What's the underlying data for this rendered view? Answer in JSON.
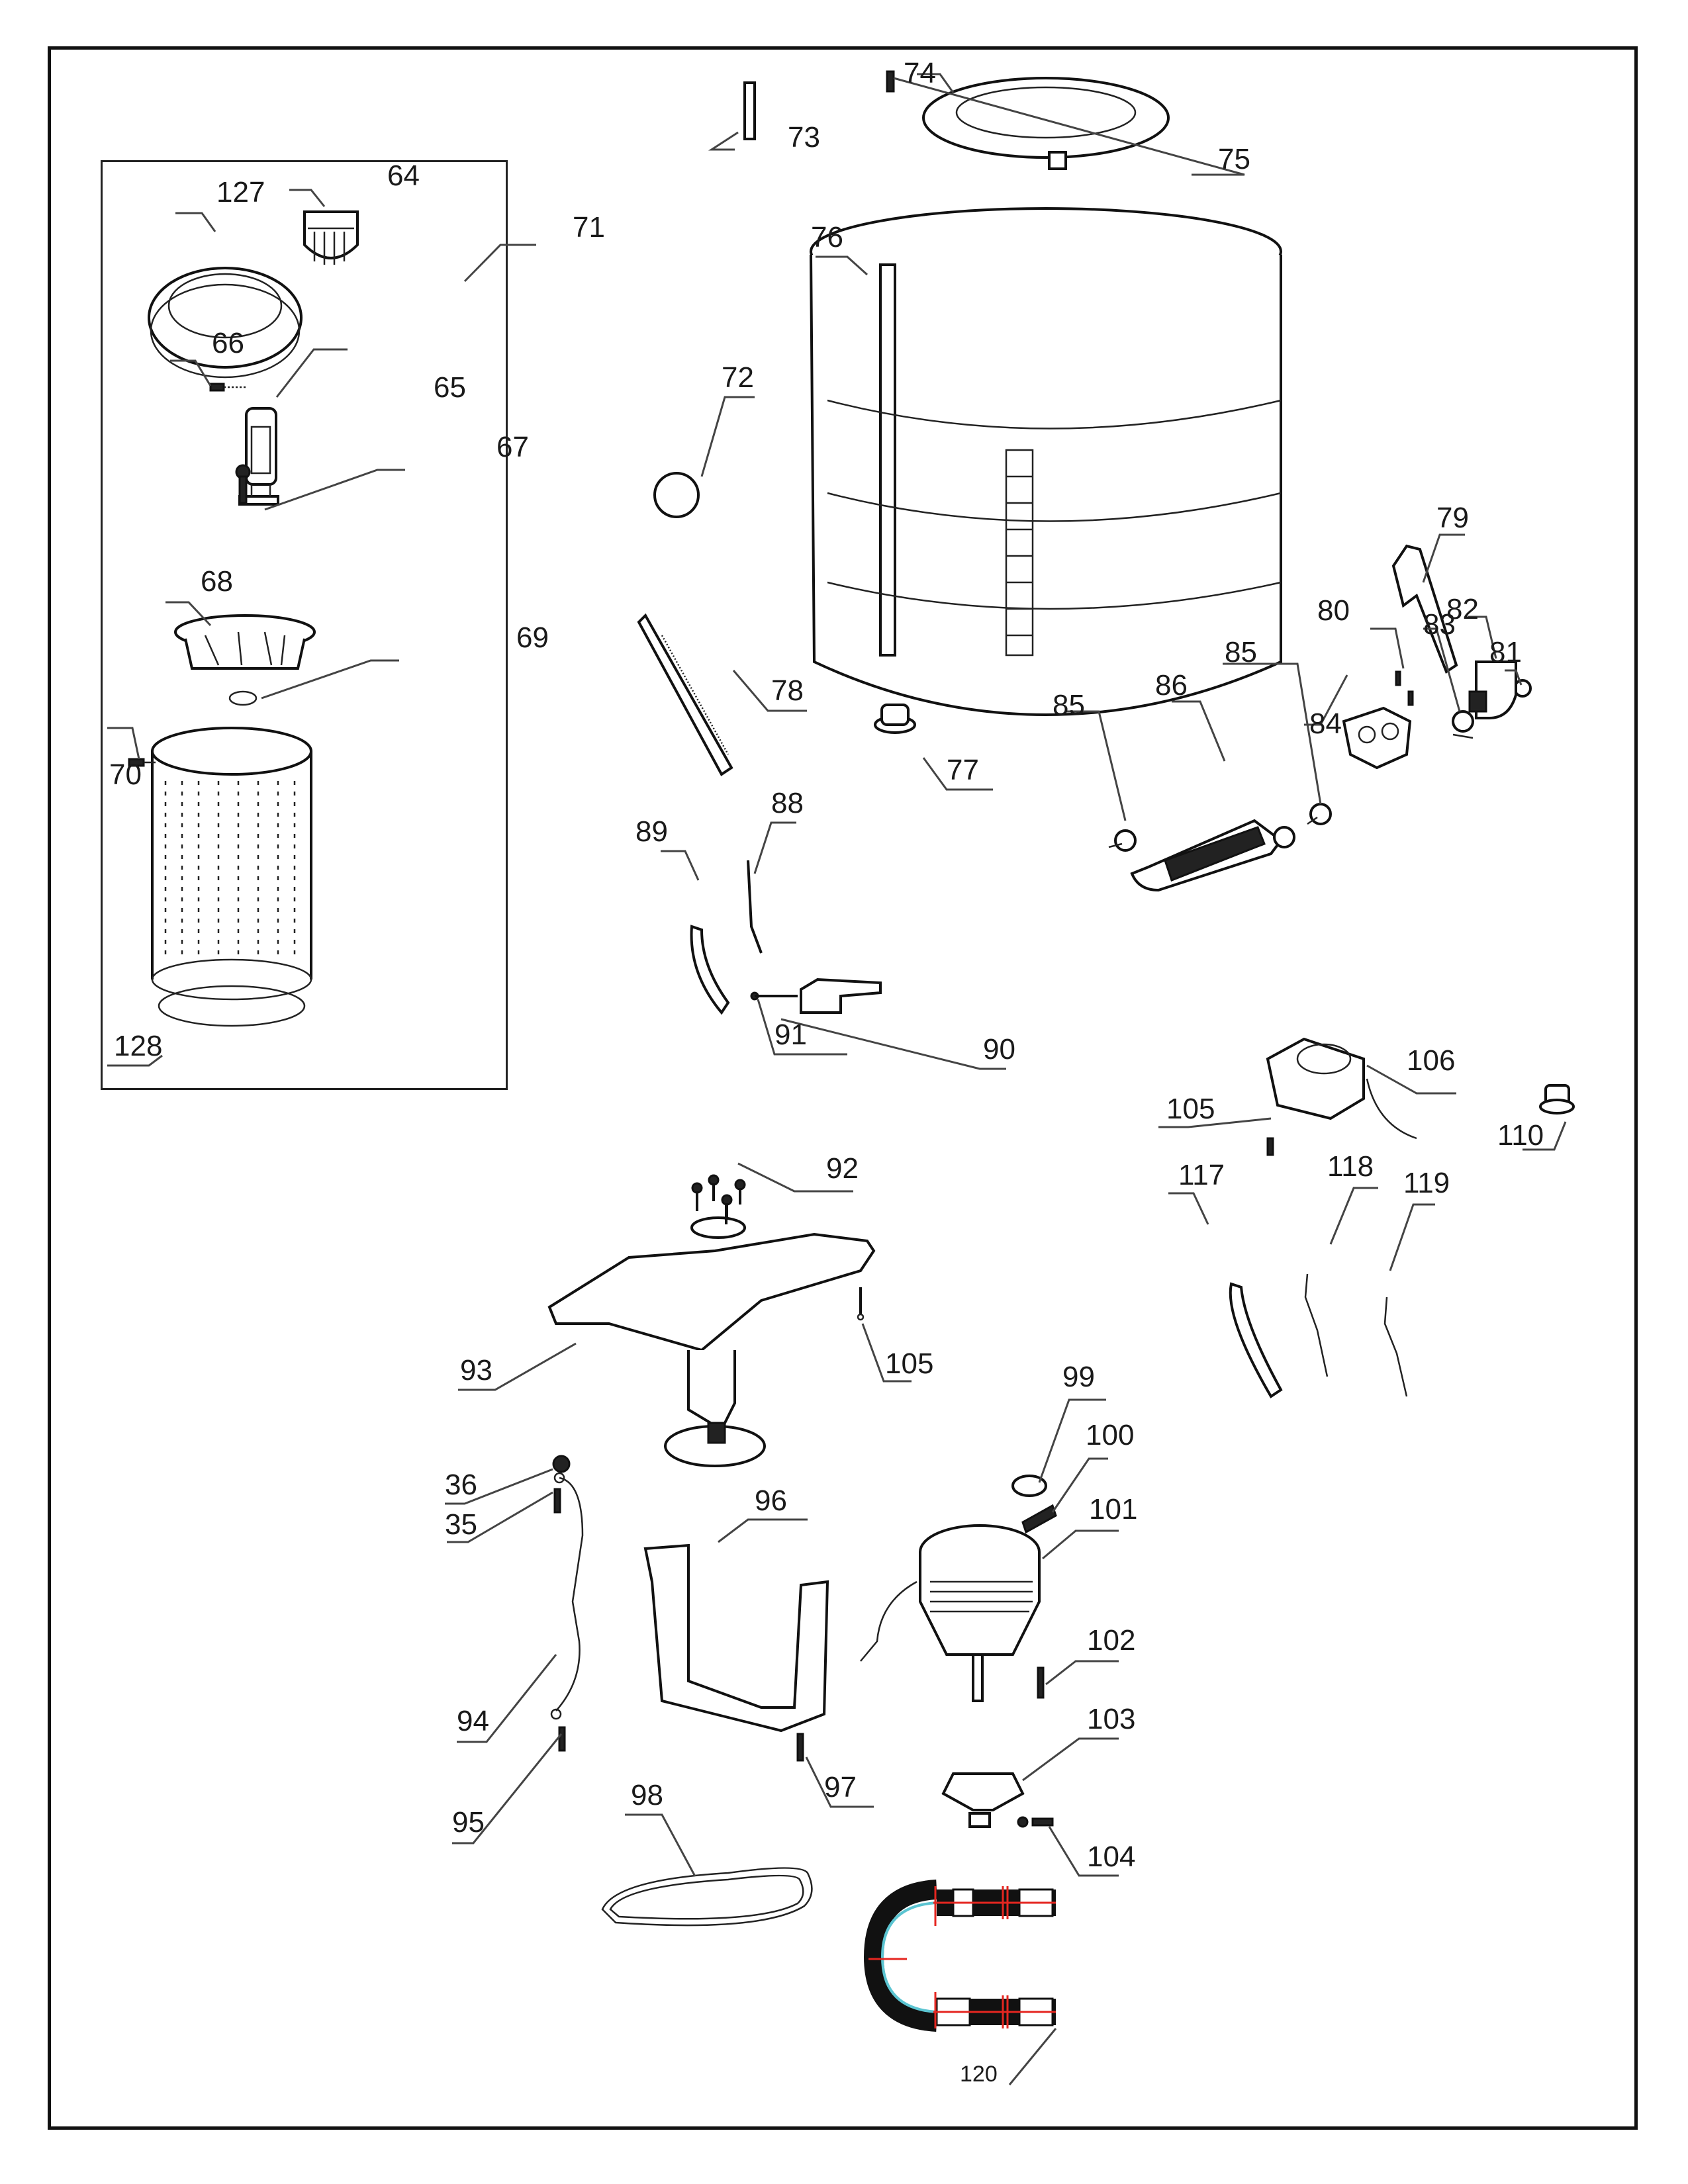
{
  "diagram": {
    "title": "",
    "type": "exploded-parts-diagram",
    "subassembly_group": {
      "label": "71",
      "members": [
        "127",
        "64",
        "66",
        "65",
        "67",
        "68",
        "69",
        "70",
        "128"
      ]
    },
    "callouts": [
      {
        "id": "c127",
        "label": "127",
        "part": "tub-ring"
      },
      {
        "id": "c64",
        "label": "64",
        "part": "lint-filter"
      },
      {
        "id": "c71",
        "label": "71",
        "part": "inner-basket-assembly"
      },
      {
        "id": "c66",
        "label": "66",
        "part": "screw"
      },
      {
        "id": "c65",
        "label": "65",
        "part": "filter-housing"
      },
      {
        "id": "c67",
        "label": "67",
        "part": "pulsator-screw"
      },
      {
        "id": "c68",
        "label": "68",
        "part": "pulsator"
      },
      {
        "id": "c69",
        "label": "69",
        "part": "washer"
      },
      {
        "id": "c70",
        "label": "70",
        "part": "screw"
      },
      {
        "id": "c128",
        "label": "128",
        "part": "inner-tub"
      },
      {
        "id": "c72",
        "label": "72",
        "part": "o-ring"
      },
      {
        "id": "c73",
        "label": "73",
        "part": "pipe"
      },
      {
        "id": "c74",
        "label": "74",
        "part": "tub-cover"
      },
      {
        "id": "c75",
        "label": "75",
        "part": "screw"
      },
      {
        "id": "c76",
        "label": "76",
        "part": "outer-tub"
      },
      {
        "id": "c77",
        "label": "77",
        "part": "cap"
      },
      {
        "id": "c78",
        "label": "78",
        "part": "bracket"
      },
      {
        "id": "c79",
        "label": "79",
        "part": "lever"
      },
      {
        "id": "c80",
        "label": "80",
        "part": "screw"
      },
      {
        "id": "c81",
        "label": "81",
        "part": "clamp"
      },
      {
        "id": "c82",
        "label": "82",
        "part": "elbow-hose"
      },
      {
        "id": "c83",
        "label": "83",
        "part": "clamp"
      },
      {
        "id": "c84",
        "label": "84",
        "part": "drain-valve"
      },
      {
        "id": "c85a",
        "label": "85",
        "part": "clamp"
      },
      {
        "id": "c85b",
        "label": "85",
        "part": "clamp"
      },
      {
        "id": "c86",
        "label": "86",
        "part": "drain-hose"
      },
      {
        "id": "c88",
        "label": "88",
        "part": "rod"
      },
      {
        "id": "c89",
        "label": "89",
        "part": "clip"
      },
      {
        "id": "c90",
        "label": "90",
        "part": "block"
      },
      {
        "id": "c91",
        "label": "91",
        "part": "pin"
      },
      {
        "id": "c92",
        "label": "92",
        "part": "bolts"
      },
      {
        "id": "c93",
        "label": "93",
        "part": "clutch-assembly"
      },
      {
        "id": "c105a",
        "label": "105",
        "part": "screw"
      },
      {
        "id": "c106",
        "label": "106",
        "part": "drain-motor"
      },
      {
        "id": "c105b",
        "label": "105",
        "part": "screw"
      },
      {
        "id": "c110",
        "label": "110",
        "part": "foot"
      },
      {
        "id": "c117",
        "label": "117",
        "part": "clip"
      },
      {
        "id": "c118",
        "label": "118",
        "part": "wire"
      },
      {
        "id": "c119",
        "label": "119",
        "part": "wire"
      },
      {
        "id": "c99",
        "label": "99",
        "part": "capacitor-clip"
      },
      {
        "id": "c100",
        "label": "100",
        "part": "spring"
      },
      {
        "id": "c101",
        "label": "101",
        "part": "motor"
      },
      {
        "id": "c36",
        "label": "36",
        "part": "nut"
      },
      {
        "id": "c35",
        "label": "35",
        "part": "screw"
      },
      {
        "id": "c96",
        "label": "96",
        "part": "motor-bracket"
      },
      {
        "id": "c102",
        "label": "102",
        "part": "bolt"
      },
      {
        "id": "c103",
        "label": "103",
        "part": "pulley"
      },
      {
        "id": "c94",
        "label": "94",
        "part": "ground-wire"
      },
      {
        "id": "c97",
        "label": "97",
        "part": "screw"
      },
      {
        "id": "c104",
        "label": "104",
        "part": "screw"
      },
      {
        "id": "c95",
        "label": "95",
        "part": "screw"
      },
      {
        "id": "c98",
        "label": "98",
        "part": "belt"
      },
      {
        "id": "c120",
        "label": "120",
        "part": "hose-connector"
      }
    ]
  }
}
